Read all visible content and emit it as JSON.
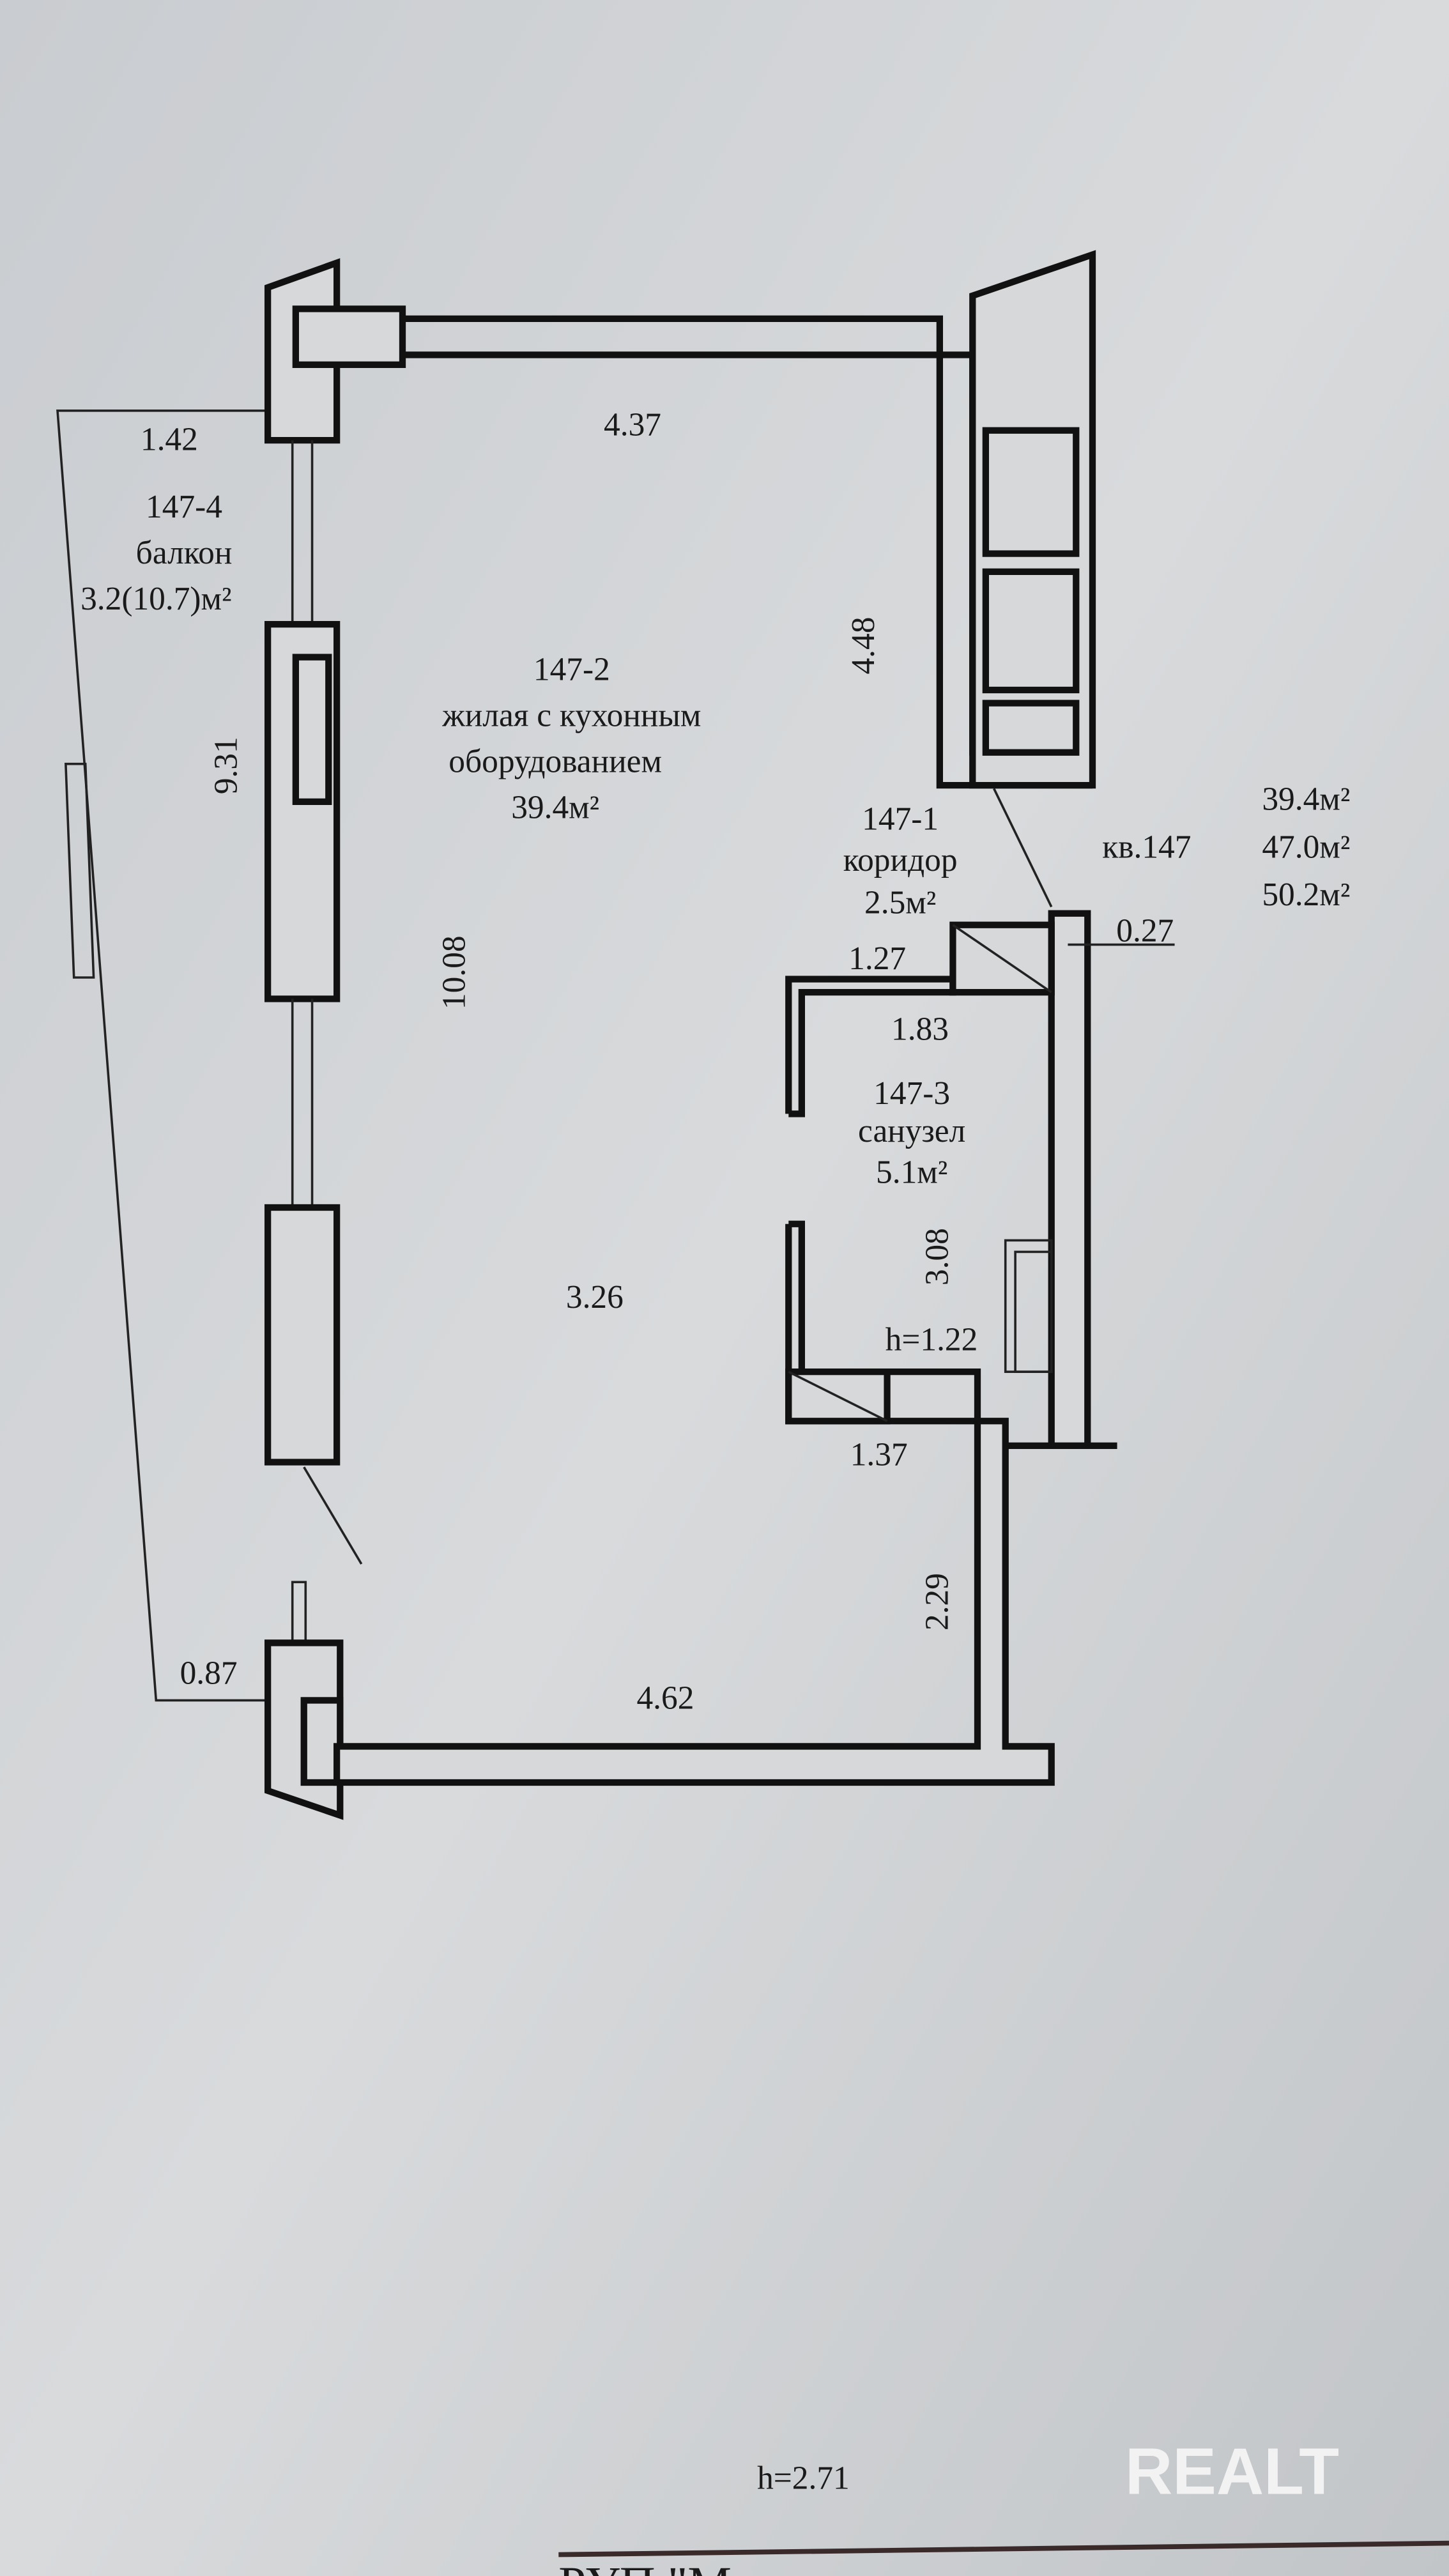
{
  "apartment": {
    "label": "кв.147",
    "areas": [
      "39.4м²",
      "47.0м²",
      "50.2м²"
    ]
  },
  "rooms": {
    "living": {
      "id": "147-2",
      "name_line1": "жилая с кухонным",
      "name_line2": "оборудованием",
      "area": "39.4м²"
    },
    "corridor": {
      "id": "147-1",
      "name": "коридор",
      "area": "2.5м²"
    },
    "bathroom": {
      "id": "147-3",
      "name": "санузел",
      "area": "5.1м²"
    },
    "balcony": {
      "id": "147-4",
      "name": "балкон",
      "area": "3.2(10.7)м²"
    }
  },
  "dimensions": {
    "top": "4.37",
    "right_upper": "4.48",
    "balcony_top": "1.42",
    "balcony_side": "9.31",
    "living_height": "10.08",
    "living_mid": "3.26",
    "wall": "0.27",
    "bath_top": "1.27",
    "bath_width": "1.83",
    "bath_height": "3.08",
    "bath_h": "h=1.22",
    "bath_bottom": "1.37",
    "right_lower": "2.29",
    "bottom": "4.62",
    "balcony_bottom": "0.87"
  },
  "ceiling_height": "h=2.71",
  "watermark": "REALT",
  "footer": "РУП \"Минское городское агентство п"
}
